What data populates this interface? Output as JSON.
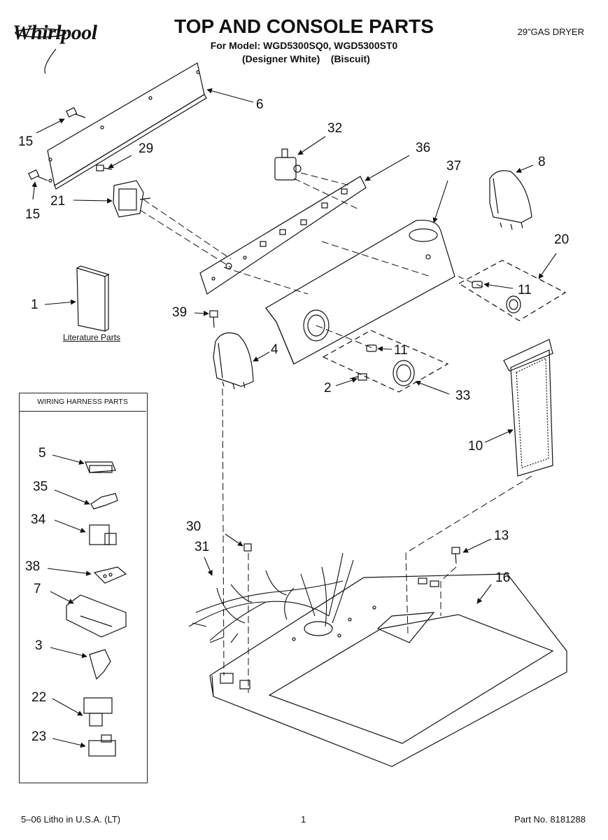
{
  "header": {
    "brand": "Whirlpool",
    "title": "TOP AND CONSOLE PARTS",
    "model_line": "For Model: WGD5300SQ0, WGD5300ST0",
    "color_line": "(Designer White)    (Biscuit)",
    "product": "29\"GAS DRYER"
  },
  "labels": {
    "literature": "Literature Parts",
    "wiring_harness": "WIRING HARNESS PARTS"
  },
  "callouts": {
    "c6": "6",
    "c15a": "15",
    "c15b": "15",
    "c29": "29",
    "c21": "21",
    "c32": "32",
    "c36": "36",
    "c37": "37",
    "c8": "8",
    "c20": "20",
    "c11a": "11",
    "c11b": "11",
    "c1": "1",
    "c39": "39",
    "c4": "4",
    "c2": "2",
    "c33": "33",
    "c10": "10",
    "c30": "30",
    "c31": "31",
    "c13": "13",
    "c16": "16",
    "w5": "5",
    "w35": "35",
    "w34": "34",
    "w38": "38",
    "w7": "7",
    "w3": "3",
    "w22": "22",
    "w23": "23"
  },
  "footer": {
    "litho": "5–06 Litho in U.S.A. (LT)",
    "page": "1",
    "part_no": "Part No. 8181288"
  }
}
